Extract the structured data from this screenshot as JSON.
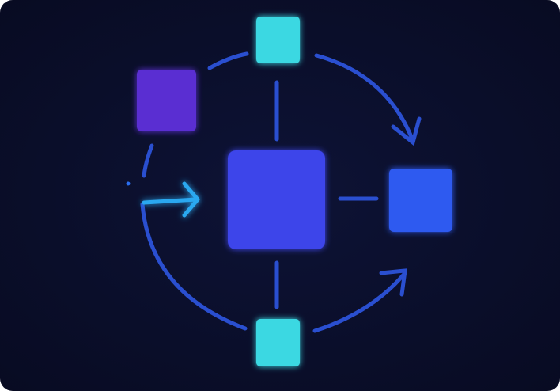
{
  "diagram": {
    "background_color": "#0a0e2a",
    "nodes": [
      {
        "name": "top-node",
        "color": "#3ad8e2"
      },
      {
        "name": "purple-node",
        "color": "#5a2fd2"
      },
      {
        "name": "center-node",
        "color": "#3c45ea"
      },
      {
        "name": "right-node",
        "color": "#2f5af0"
      },
      {
        "name": "bottom-node",
        "color": "#3ad8e2"
      }
    ],
    "connector_color": "#2a4fd0",
    "accent_arrow_color": "#2aa8f0"
  }
}
